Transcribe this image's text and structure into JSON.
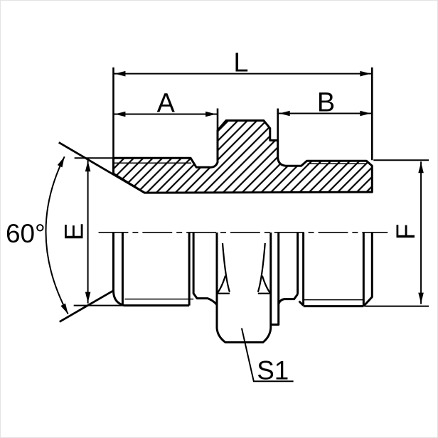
{
  "page": {
    "background": "#ffffff",
    "border_color": "#e3e3e3"
  },
  "drawing": {
    "description": "Half-section technical dimension drawing of a straight male-male hydraulic adapter fitting with 60° cone seat, center hex, and two external threads",
    "line_color": "#000000",
    "labels": {
      "overall_length": "L",
      "left_thread_length": "A",
      "right_thread_length": "B",
      "cone_angle": "60°",
      "left_thread_diameter": "E",
      "right_thread_diameter": "F",
      "hex_across_flats": "S1"
    }
  }
}
